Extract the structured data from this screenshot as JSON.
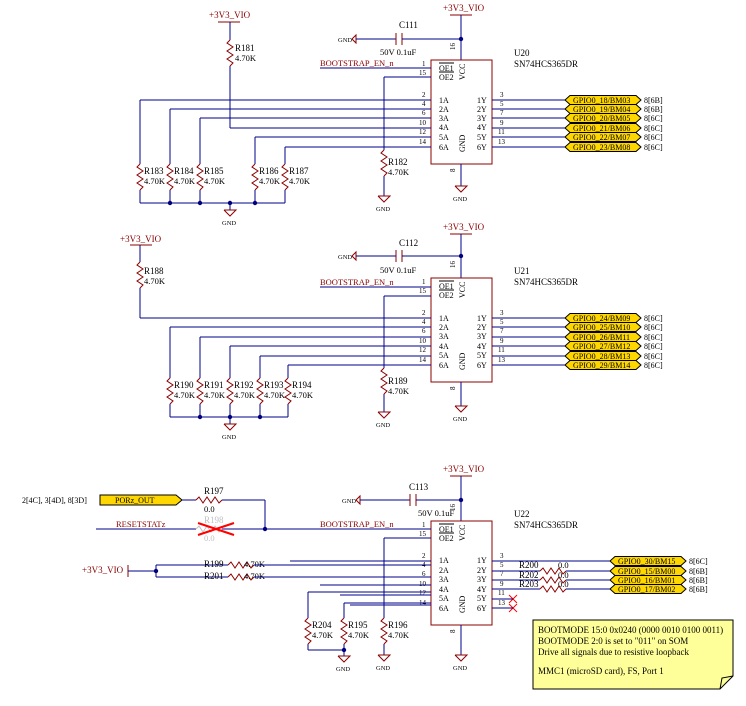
{
  "power": {
    "v3v3_vio": "+3V3_VIO",
    "gnd": "GND"
  },
  "caps": {
    "c111": {
      "ref": "C111",
      "value": "50V 0.1uF"
    },
    "c112": {
      "ref": "C112",
      "value": "50V 0.1uF"
    },
    "c113": {
      "ref": "C113",
      "value": "50V 0.1uF"
    }
  },
  "chips": {
    "u20": {
      "ref": "U20",
      "part": "SN74HCS365DR"
    },
    "u21": {
      "ref": "U21",
      "part": "SN74HCS365DR"
    },
    "u22": {
      "ref": "U22",
      "part": "SN74HCS365DR"
    }
  },
  "chip_pins": {
    "left": [
      "OE1",
      "OE2",
      "1A",
      "2A",
      "3A",
      "4A",
      "5A",
      "6A"
    ],
    "left_nums": [
      "1",
      "15",
      "2",
      "4",
      "6",
      "10",
      "12",
      "14"
    ],
    "right": [
      "1Y",
      "2Y",
      "3Y",
      "4Y",
      "5Y",
      "6Y"
    ],
    "right_nums": [
      "3",
      "5",
      "7",
      "9",
      "11",
      "13"
    ],
    "vcc": "VCC",
    "gnd": "GND",
    "vcc_num": "16",
    "gnd_num": "8"
  },
  "nets": {
    "bootstrap_en": "BOOTSTRAP_EN_n",
    "resetstat": "RESETSTATz",
    "porz_out": "PORz_OUT",
    "porz_xref": "2[4C], 3[4D], 8[3D]"
  },
  "resistors": {
    "r181": {
      "ref": "R181",
      "value": "4.70K"
    },
    "r182": {
      "ref": "R182",
      "value": "4.70K"
    },
    "r183": {
      "ref": "R183",
      "value": "4.70K"
    },
    "r184": {
      "ref": "R184",
      "value": "4.70K"
    },
    "r185": {
      "ref": "R185",
      "value": "4.70K"
    },
    "r186": {
      "ref": "R186",
      "value": "4.70K"
    },
    "r187": {
      "ref": "R187",
      "value": "4.70K"
    },
    "r188": {
      "ref": "R188",
      "value": "4.70K"
    },
    "r189": {
      "ref": "R189",
      "value": "4.70K"
    },
    "r190": {
      "ref": "R190",
      "value": "4.70K"
    },
    "r191": {
      "ref": "R191",
      "value": "4.70K"
    },
    "r192": {
      "ref": "R192",
      "value": "4.70K"
    },
    "r193": {
      "ref": "R193",
      "value": "4.70K"
    },
    "r194": {
      "ref": "R194",
      "value": "4.70K"
    },
    "r195": {
      "ref": "R195",
      "value": "4.70K"
    },
    "r196": {
      "ref": "R196",
      "value": "4.70K"
    },
    "r197": {
      "ref": "R197",
      "value": "0.0"
    },
    "r198": {
      "ref": "R198",
      "value": "0.0"
    },
    "r199": {
      "ref": "R199",
      "value": "4.70K"
    },
    "r201": {
      "ref": "R201",
      "value": "4.70K"
    },
    "r200": {
      "ref": "R200",
      "value": "0.0"
    },
    "r202": {
      "ref": "R202",
      "value": "0.0"
    },
    "r203": {
      "ref": "R203",
      "value": "0.0"
    },
    "r204": {
      "ref": "R204",
      "value": "4.70K"
    }
  },
  "ports_u20": [
    {
      "name": "GPIO0_18/BM03",
      "ref": "8[6B]"
    },
    {
      "name": "GPIO0_19/BM04",
      "ref": "8[6B]"
    },
    {
      "name": "GPIO0_20/BM05",
      "ref": "8[6C]"
    },
    {
      "name": "GPIO0_21/BM06",
      "ref": "8[6C]"
    },
    {
      "name": "GPIO0_22/BM07",
      "ref": "8[6C]"
    },
    {
      "name": "GPIO0_23/BM08",
      "ref": "8[6C]"
    }
  ],
  "ports_u21": [
    {
      "name": "GPIO0_24/BM09",
      "ref": "8[6C]"
    },
    {
      "name": "GPIO0_25/BM10",
      "ref": "8[6C]"
    },
    {
      "name": "GPIO0_26/BM11",
      "ref": "8[6C]"
    },
    {
      "name": "GPIO0_27/BM12",
      "ref": "8[6C]"
    },
    {
      "name": "GPIO0_28/BM13",
      "ref": "8[6C]"
    },
    {
      "name": "GPIO0_29/BM14",
      "ref": "8[6C]"
    }
  ],
  "ports_u22": [
    {
      "name": "GPIO0_30/BM15",
      "ref": "8[6C]"
    },
    {
      "name": "GPIO0_15/BM00",
      "ref": "8[6B]"
    },
    {
      "name": "GPIO0_16/BM01",
      "ref": "8[6B]"
    },
    {
      "name": "GPIO0_17/BM02",
      "ref": "8[6B]"
    }
  ],
  "note": {
    "line1": "BOOTMODE 15:0 0x0240 (0000 0010 0100 0011)",
    "line2": "BOOTMODE 2:0 is set to \"011\" on SOM",
    "line3": "Drive all signals due to resistive loopback",
    "line4": "MMC1 (microSD card), FS, Port 1"
  },
  "colors": {
    "wire": "#00008b",
    "symbol": "#8b0000",
    "port_fill": "#ffd700",
    "note_fill": "#ffff99",
    "nc_mark": "#ff0000",
    "dnp": "#c0c0c0"
  }
}
